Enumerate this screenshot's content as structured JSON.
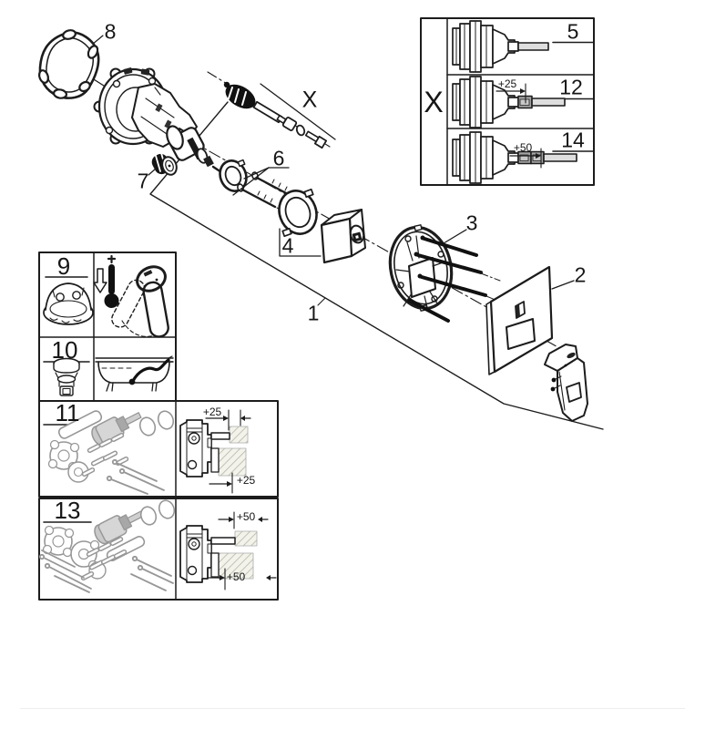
{
  "colors": {
    "background": "#ffffff",
    "line": "#1c1c1c",
    "gray_part": "#979797",
    "hatch": "#b6b6a6",
    "stem_light": "#dedede",
    "extension_gray": "#a3a3a3",
    "footer_rule": "#ededed"
  },
  "exploded_view": {
    "part_labels": [
      {
        "part": "gasket",
        "text": "8"
      },
      {
        "part": "shut-off-knob",
        "text": "7"
      },
      {
        "part": "spindle-assembly",
        "text": "X"
      },
      {
        "part": "stop-ring-and-screws",
        "text": "6"
      },
      {
        "part": "carrier-and-sleeve",
        "text": "4"
      },
      {
        "part": "mounting-plate",
        "text": "3"
      },
      {
        "part": "cover-plate",
        "text": "2"
      },
      {
        "part": "trim-assembly",
        "text": "1"
      }
    ]
  },
  "variant_box": {
    "label": "X",
    "rows": [
      {
        "number": "5"
      },
      {
        "number": "12",
        "dimension": "+25"
      },
      {
        "number": "14",
        "dimension": "+50"
      }
    ]
  },
  "info_boxes": {
    "box_9": {
      "number": "9"
    },
    "box_10": {
      "number": "10"
    },
    "box_11": {
      "number": "11",
      "dimension_top": "+25",
      "dimension_bottom": "+25"
    },
    "box_13": {
      "number": "13",
      "dimension_top": "+50",
      "dimension_bottom": "+50"
    }
  }
}
